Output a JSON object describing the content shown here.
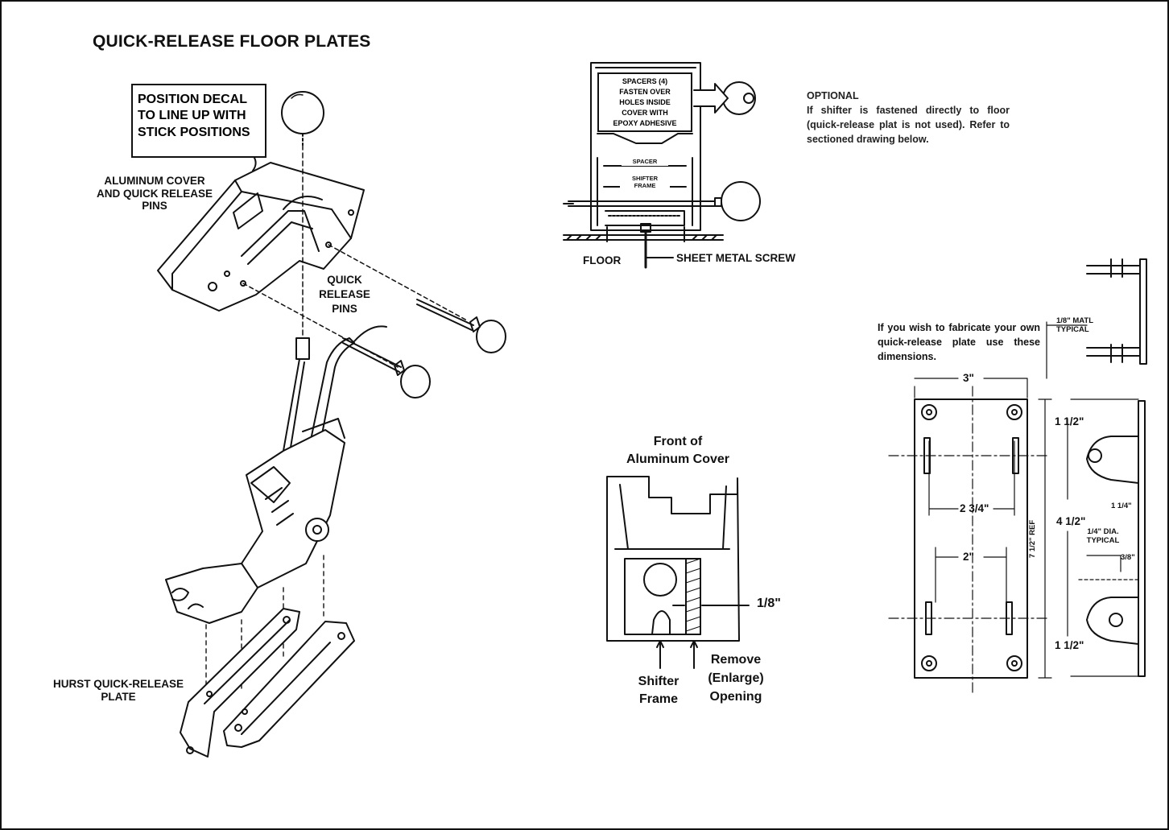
{
  "title": "QUICK-RELEASE FLOOR PLATES",
  "callouts": {
    "position_decal": "POSITION DECAL\nTO LINE UP WITH\nSTICK POSITIONS",
    "aluminum_cover": "ALUMINUM COVER\nAND QUICK RELEASE\nPINS",
    "quick_release_pins": "QUICK\nRELEASE\nPINS",
    "hurst_plate": "HURST QUICK-RELEASE\nPLATE"
  },
  "section_view": {
    "spacers_note": "SPACERS (4)\nFASTEN OVER\nHOLES INSIDE\nCOVER WITH\nEPOXY ADHESIVE",
    "spacer": "SPACER",
    "shifter_frame": "SHIFTER\nFRAME",
    "floor": "FLOOR",
    "sheet_metal_screw": "SHEET METAL SCREW"
  },
  "optional": {
    "heading": "OPTIONAL",
    "text": "If shifter is fastened directly to floor (quick-release plat is not used). Refer to sectioned drawing below."
  },
  "front_view": {
    "title": "Front of\nAluminum Cover",
    "dimension": "1/8\"",
    "shifter_frame": "Shifter\nFrame",
    "remove_note": "Remove\n(Enlarge)\nOpening"
  },
  "fabrication": {
    "note": "If you wish to fabricate your own quick-release plate use these dimensions.",
    "material": "1/8\" MATL\nTYPICAL",
    "dims": {
      "width_top": "3\"",
      "inner_width": "2 3/4\"",
      "inner_width_lower": "2\"",
      "overall_height": "7 1/2\" REF",
      "top_offset": "1 1/2\"",
      "middle_span": "4 1/2\"",
      "bottom_offset": "1 1/2\"",
      "hole_offset": "1 1/4\"",
      "hole_dia": "1/4\" DIA.\nTYPICAL",
      "small_dim": "3/8\""
    }
  }
}
